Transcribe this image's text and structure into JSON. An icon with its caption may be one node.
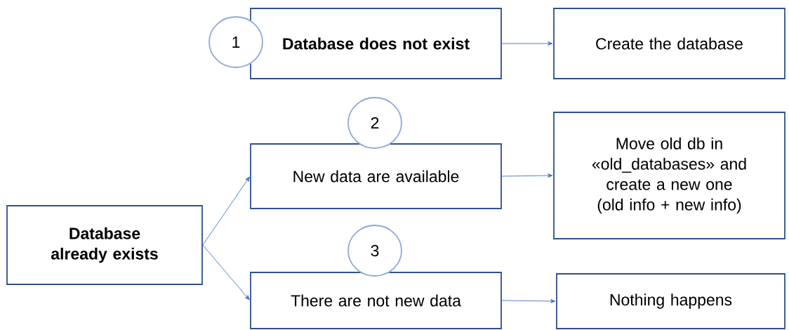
{
  "diagram": {
    "nodes": [
      {
        "text": [
          "1"
        ]
      },
      {
        "text": [
          "Database does not exist"
        ]
      },
      {
        "text": [
          "Create the database"
        ]
      },
      {
        "text": [
          "2"
        ]
      },
      {
        "text": [
          "New data are available"
        ]
      },
      {
        "text": [
          "Move old db in «old_databases» and create a new one (old info + new info)"
        ]
      },
      {
        "text": [
          "Database already exists"
        ]
      },
      {
        "text": [
          "3"
        ]
      },
      {
        "text": [
          "There are not new data"
        ]
      },
      {
        "text": [
          "Nothing happens"
        ]
      }
    ],
    "edges": [
      {
        "from": 1,
        "to": 2,
        "arrow": "to"
      },
      {
        "from": 6,
        "to": 4,
        "arrow": "to"
      },
      {
        "from": 6,
        "to": 8,
        "arrow": "to"
      },
      {
        "from": 4,
        "to": 5,
        "arrow": "to"
      },
      {
        "from": 8,
        "to": 9,
        "arrow": "to"
      }
    ]
  }
}
